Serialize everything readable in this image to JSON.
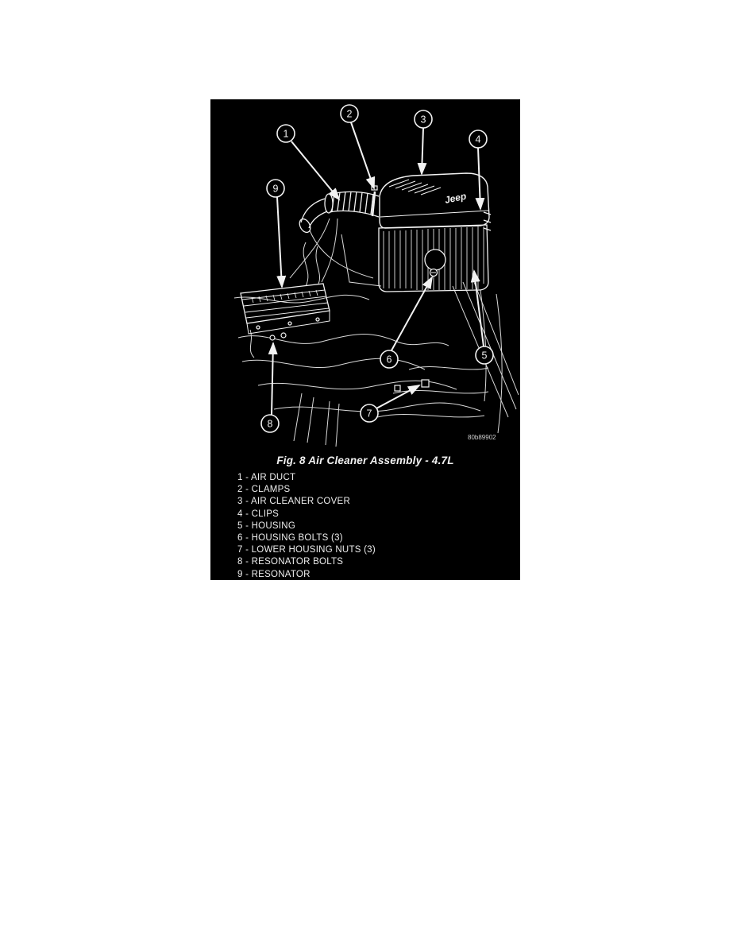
{
  "figure": {
    "caption": "Fig. 8 Air Cleaner Assembly - 4.7L",
    "code": "80b89902",
    "brand_label": "Jeep",
    "callouts": [
      {
        "number": "1",
        "target": "air duct"
      },
      {
        "number": "2",
        "target": "clamps"
      },
      {
        "number": "3",
        "target": "air cleaner cover"
      },
      {
        "number": "4",
        "target": "clips"
      },
      {
        "number": "5",
        "target": "housing"
      },
      {
        "number": "6",
        "target": "housing bolts"
      },
      {
        "number": "7",
        "target": "lower housing nuts"
      },
      {
        "number": "8",
        "target": "resonator bolts"
      },
      {
        "number": "9",
        "target": "resonator"
      }
    ]
  },
  "legend": {
    "items": [
      "1 - AIR DUCT",
      "2 - CLAMPS",
      "3 - AIR CLEANER COVER",
      "4 - CLIPS",
      "5 - HOUSING",
      "6 - HOUSING BOLTS (3)",
      "7 - LOWER HOUSING NUTS (3)",
      "8 - RESONATOR BOLTS",
      "9 - RESONATOR"
    ]
  },
  "colors": {
    "page_bg": "#ffffff",
    "panel_bg": "#000000",
    "line": "#f2f2f2",
    "text": "#ededed"
  }
}
